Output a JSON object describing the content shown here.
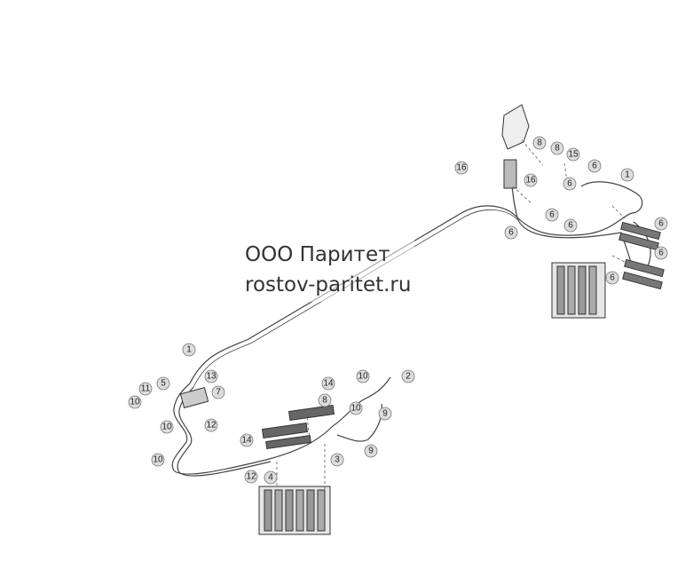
{
  "watermark": {
    "line1": "ООО Паритет",
    "line2": "rostov-paritet.ru"
  },
  "callouts": [
    "1",
    "1",
    "2",
    "3",
    "4",
    "5",
    "6",
    "6",
    "6",
    "6",
    "6",
    "6",
    "6",
    "6",
    "7",
    "8",
    "8",
    "8",
    "9",
    "9",
    "10",
    "10",
    "10",
    "10",
    "10",
    "11",
    "12",
    "12",
    "13",
    "14",
    "14",
    "15",
    "16",
    "16"
  ],
  "colors": {
    "line": "#333333",
    "callout_fill": "#dddddd",
    "callout_stroke": "#777777"
  }
}
